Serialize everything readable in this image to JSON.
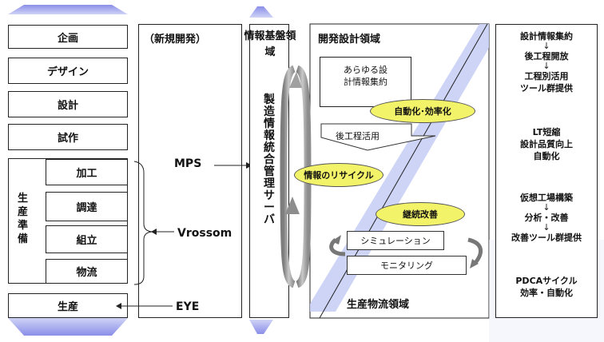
{
  "left": {
    "plan": "企画",
    "design": "デザイン",
    "engineering": "設計",
    "prototype": "試作",
    "prep_label": "生産準備",
    "prep_items": [
      "加工",
      "調達",
      "組立",
      "物流"
    ],
    "production": "生産"
  },
  "new_dev": {
    "header": "（新規開発）",
    "mps": "MPS",
    "vrossom": "Vrossom",
    "eye": "EYE"
  },
  "infra": {
    "header": "情報基盤領域",
    "server": "製造情報統合管理サーバ"
  },
  "dev_design": {
    "header": "開発設計領域",
    "info_box": "あらゆる設計情報集約",
    "auto_eff": "自動化･効率化",
    "downstream": "後工程活用",
    "recycle": "情報のリサイクル",
    "kaizen": "継続改善",
    "simulation": "シミュレーション",
    "monitoring": "モニタリング",
    "production_logistics": "生産物流領域"
  },
  "right": {
    "group1": [
      "設計情報集約",
      "後工程開放",
      "工程別活用",
      "ツール群提供"
    ],
    "group2": [
      "LT短縮",
      "設計品質向上",
      "自動化"
    ],
    "group3": [
      "仮想工場構築",
      "分析・改善",
      "改善ツール群提供"
    ],
    "group4": [
      "PDCAサイクル",
      "効率・自動化"
    ],
    "arrow": "↓"
  },
  "colors": {
    "oval_yellow": "#f3f36a",
    "arrow_purple": "#8888dd",
    "panel_stripe": "#9aa0ee",
    "band_blue": "#c8cff4",
    "ring_gray": "#9a9a9a"
  }
}
